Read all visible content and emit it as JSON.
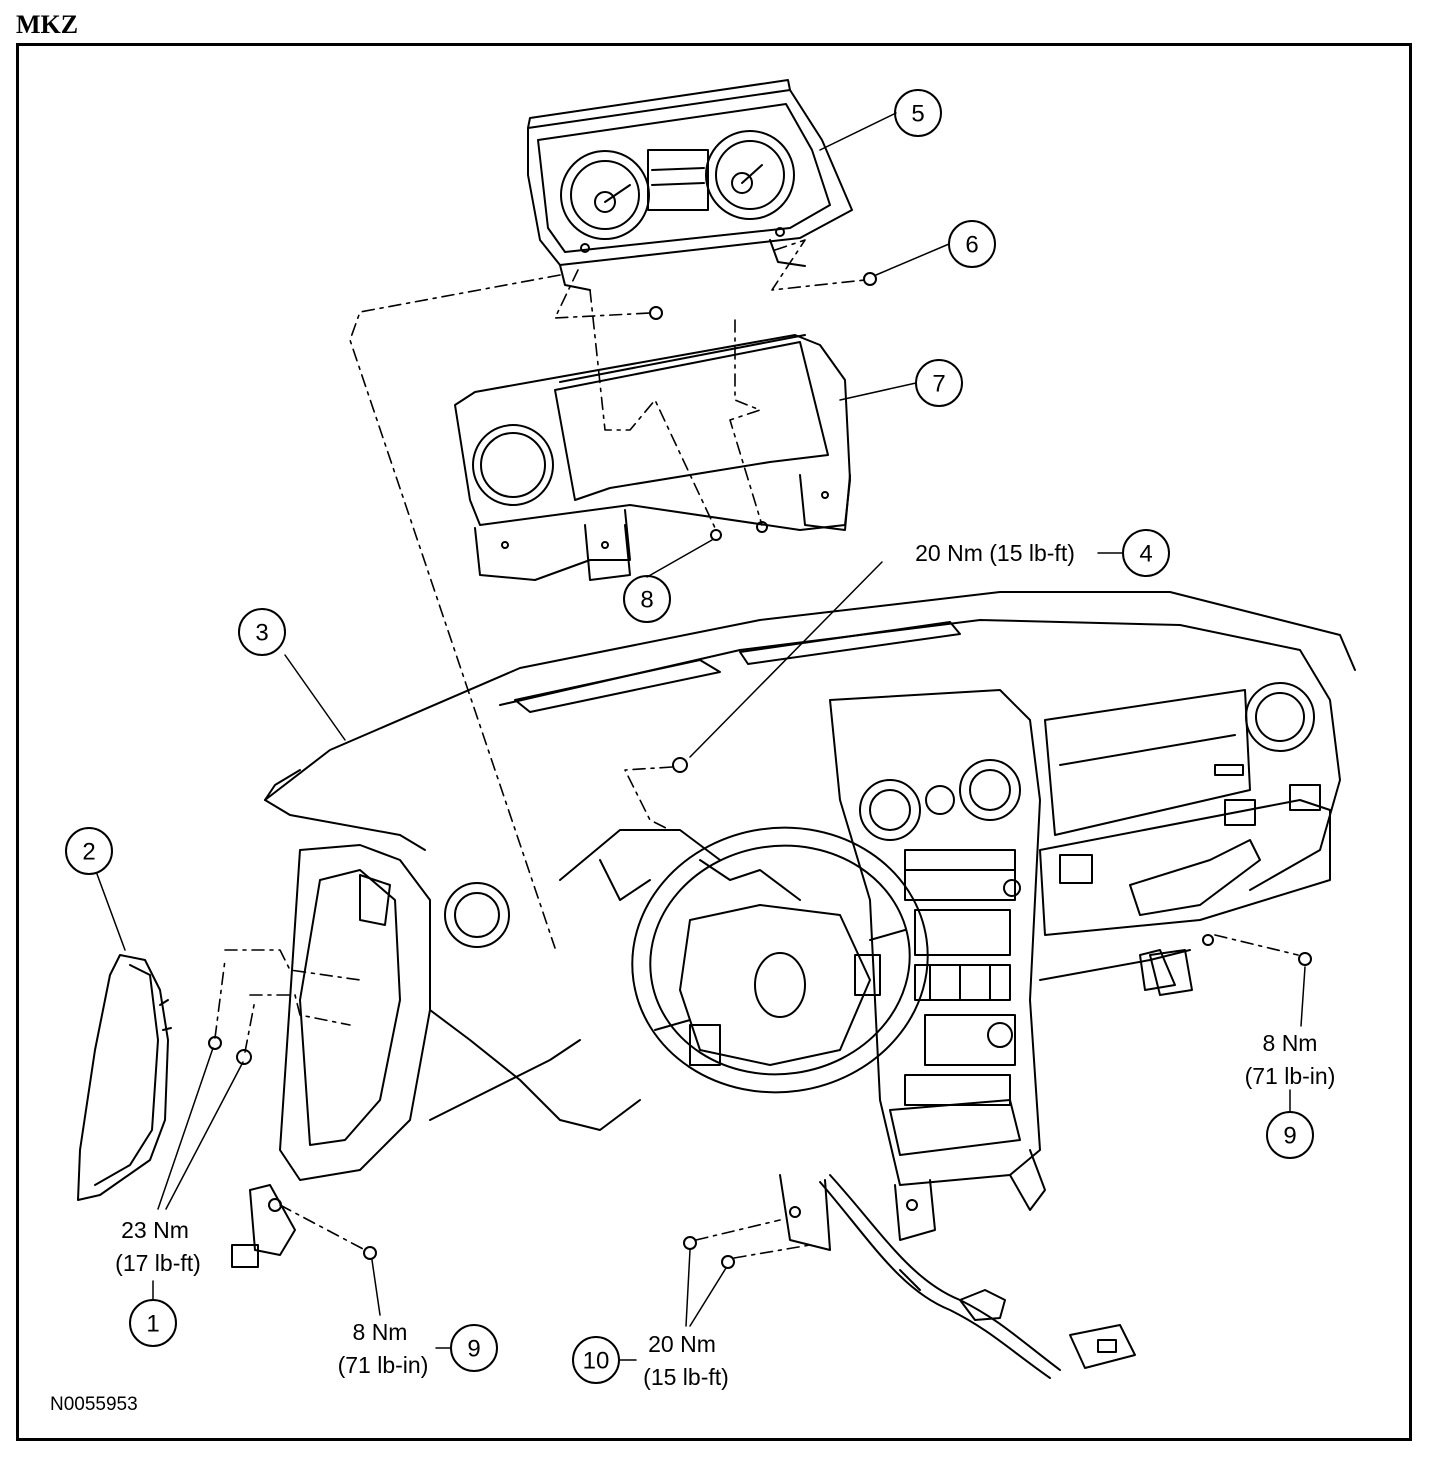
{
  "header": {
    "model": "MKZ"
  },
  "diagram": {
    "drawing_number": "N0055953",
    "callouts": [
      {
        "id": "1",
        "torque": [
          "23 Nm",
          "(17 lb-ft)"
        ]
      },
      {
        "id": "2"
      },
      {
        "id": "3"
      },
      {
        "id": "4",
        "torque": [
          "20 Nm (15 lb-ft)"
        ]
      },
      {
        "id": "5"
      },
      {
        "id": "6"
      },
      {
        "id": "7"
      },
      {
        "id": "8"
      },
      {
        "id": "9",
        "torque": [
          "8 Nm",
          "(71 lb-in)"
        ]
      },
      {
        "id": "9",
        "torque": [
          "8 Nm",
          "(71 lb-in)"
        ]
      },
      {
        "id": "10",
        "torque": [
          "20 Nm",
          "(15 lb-ft)"
        ]
      }
    ]
  }
}
